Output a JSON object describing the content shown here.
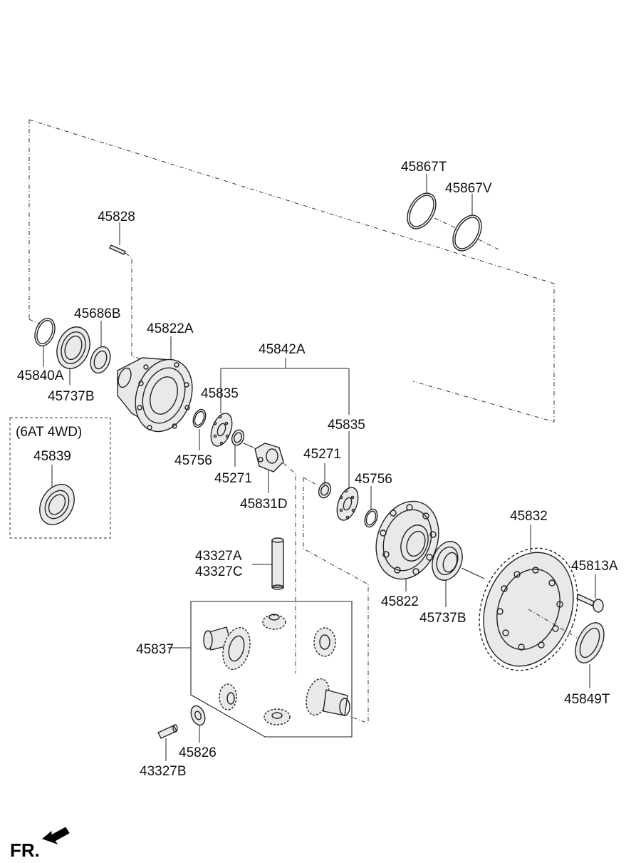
{
  "labels": {
    "p45828": "45828",
    "p45867T": "45867T",
    "p45867V": "45867V",
    "p45686B": "45686B",
    "p45822A": "45822A",
    "p45842A": "45842A",
    "p45840A": "45840A",
    "p45737B_top": "45737B",
    "p45835_left": "45835",
    "p45835_right": "45835",
    "p45756_left": "45756",
    "p45756_right": "45756",
    "p45271_left": "45271",
    "p45271_right": "45271",
    "p45831D": "45831D",
    "p45839": "45839",
    "p45832": "45832",
    "p45813A": "45813A",
    "p45822": "45822",
    "p45737B_bottom": "45737B",
    "p43327A": "43327A",
    "p43327C": "43327C",
    "p45837": "45837",
    "p45849T": "45849T",
    "p45826": "45826",
    "p43327B": "43327B",
    "option_box": "(6AT 4WD)",
    "fr": "FR."
  },
  "icons": {
    "fr_arrow": "arrow-left-down-icon"
  }
}
